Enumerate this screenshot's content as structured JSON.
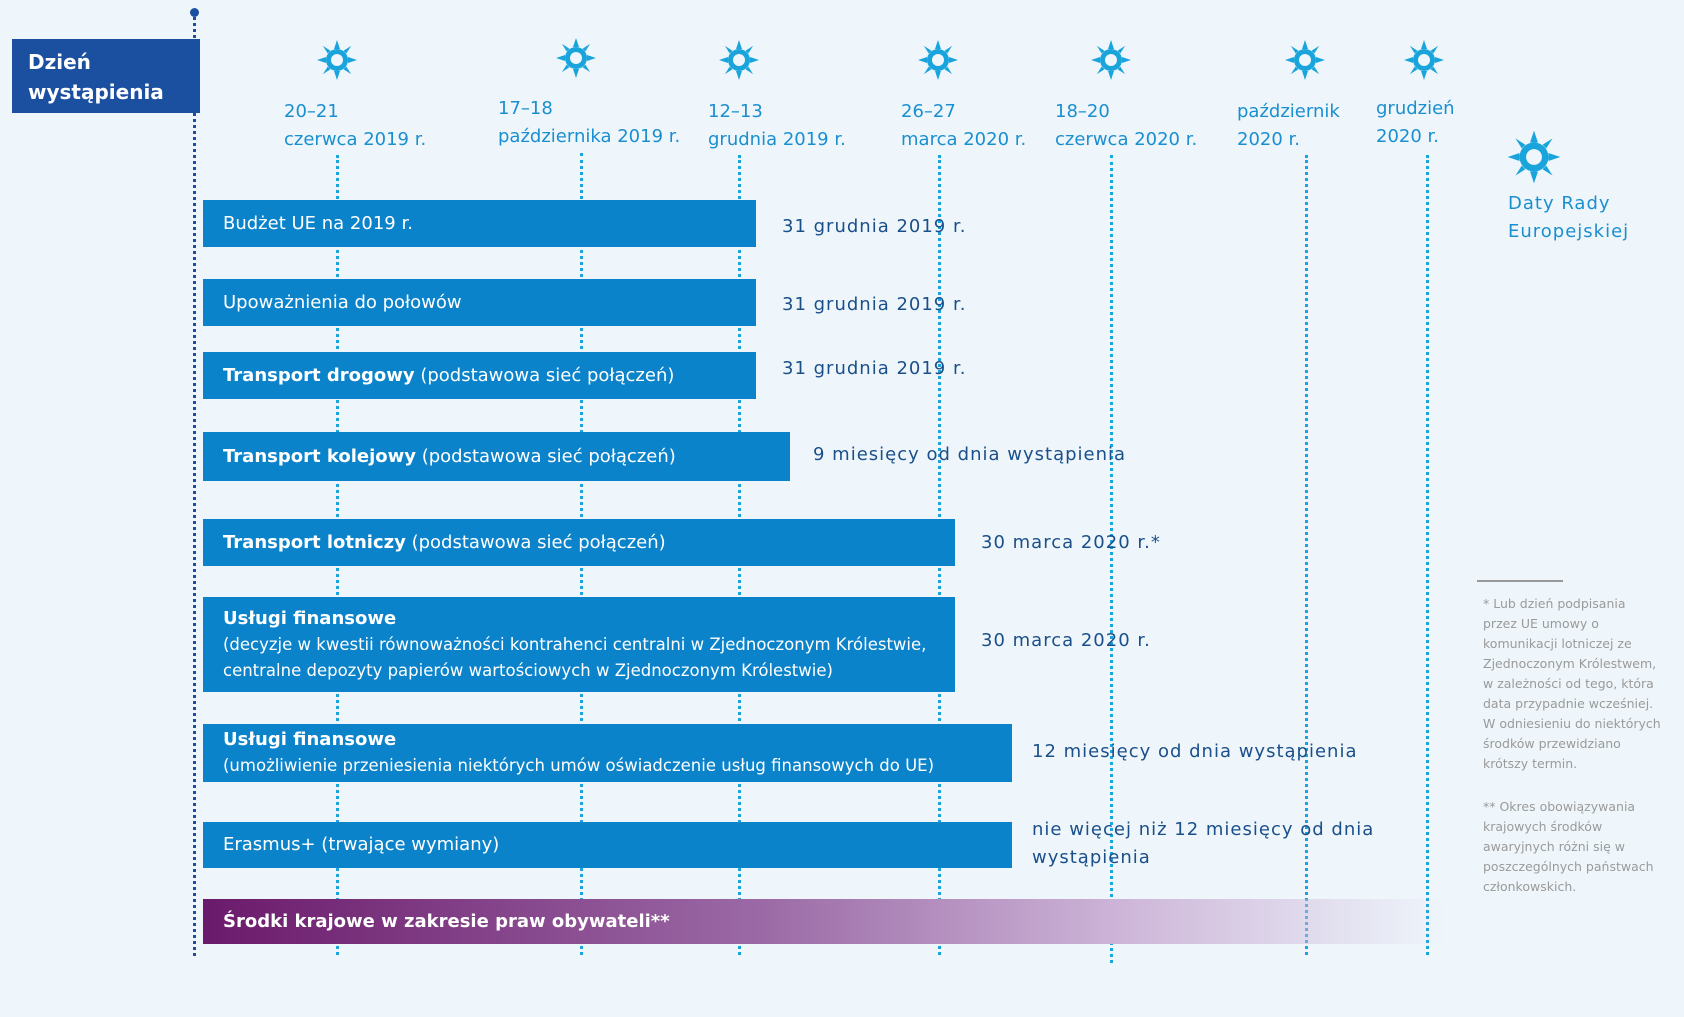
{
  "start": {
    "line1": "Dzień",
    "line2": "wystąpienia"
  },
  "council_dates": [
    {
      "line1": "20–21",
      "line2": "czerwca 2019 r."
    },
    {
      "line1": "17–18",
      "line2": "października 2019 r."
    },
    {
      "line1": "12–13",
      "line2": "grudnia 2019 r."
    },
    {
      "line1": "26–27",
      "line2": "marca 2020 r."
    },
    {
      "line1": "18–20",
      "line2": "czerwca 2020 r."
    },
    {
      "line1": "październik",
      "line2": "2020 r."
    },
    {
      "line1": "grudzień",
      "line2": "2020 r."
    }
  ],
  "bars": [
    {
      "bold": "",
      "normal": "Budżet UE na 2019 r.",
      "sub": "",
      "deadline_line1": "31 grudnia 2019 r.",
      "deadline_line2": ""
    },
    {
      "bold": "",
      "normal": "Upoważnienia do połowów",
      "sub": "",
      "deadline_line1": "31 grudnia 2019 r.",
      "deadline_line2": ""
    },
    {
      "bold": "Transport drogowy",
      "normal": " (podstawowa sieć połączeń)",
      "sub": "",
      "deadline_line1": "31 grudnia 2019 r.",
      "deadline_line2": ""
    },
    {
      "bold": "Transport kolejowy",
      "normal": " (podstawowa sieć połączeń)",
      "sub": "",
      "deadline_line1": "9 miesięcy od dnia wystąpienia",
      "deadline_line2": ""
    },
    {
      "bold": "Transport lotniczy",
      "normal": " (podstawowa sieć połączeń)",
      "sub": "",
      "deadline_line1": "30 marca 2020 r.*",
      "deadline_line2": ""
    },
    {
      "bold": "Usługi finansowe",
      "normal": "",
      "sub": "(decyzje w kwestii równoważności kontrahenci centralni w Zjednoczonym Królestwie,",
      "sub2": "centralne depozyty papierów wartościowych w Zjednoczonym Królestwie)",
      "deadline_line1": "30 marca 2020 r.",
      "deadline_line2": ""
    },
    {
      "bold": "Usługi finansowe",
      "normal": "",
      "sub": "(umożliwienie przeniesienia niektórych umów oświadczenie usług finansowych do UE)",
      "deadline_line1": "12 miesięcy od dnia wystąpienia",
      "deadline_line2": ""
    },
    {
      "bold": "",
      "normal": "Erasmus+ (trwające wymiany)",
      "sub": "",
      "deadline_line1": "nie więcej niż 12 miesięcy od dnia",
      "deadline_line2": "wystąpienia"
    },
    {
      "bold": "Środki krajowe w zakresie praw obywateli**",
      "normal": "",
      "sub": "",
      "deadline_line1": "",
      "deadline_line2": ""
    }
  ],
  "legend": {
    "line1": "Daty Rady",
    "line2": "Europejskiej"
  },
  "footnotes": {
    "one": [
      "* Lub dzień podpisania",
      "przez UE umowy o",
      "komunikacji lotniczej ze",
      "Zjednoczonym Królestwem,",
      "w zależności od tego, która",
      "data przypadnie wcześniej.",
      "W odniesieniu do niektórych",
      "środków przewidziano",
      "krótszy termin."
    ],
    "two": [
      "** Okres obowiązywania",
      "krajowych środków",
      "awaryjnych różni się w",
      "poszczególnych państwach",
      "członkowskich."
    ]
  },
  "colors": {
    "bar": "#0b83cb",
    "start_box": "#1b4fa0",
    "sun": "#1aa4dc",
    "purple": "#6b1a6b"
  }
}
